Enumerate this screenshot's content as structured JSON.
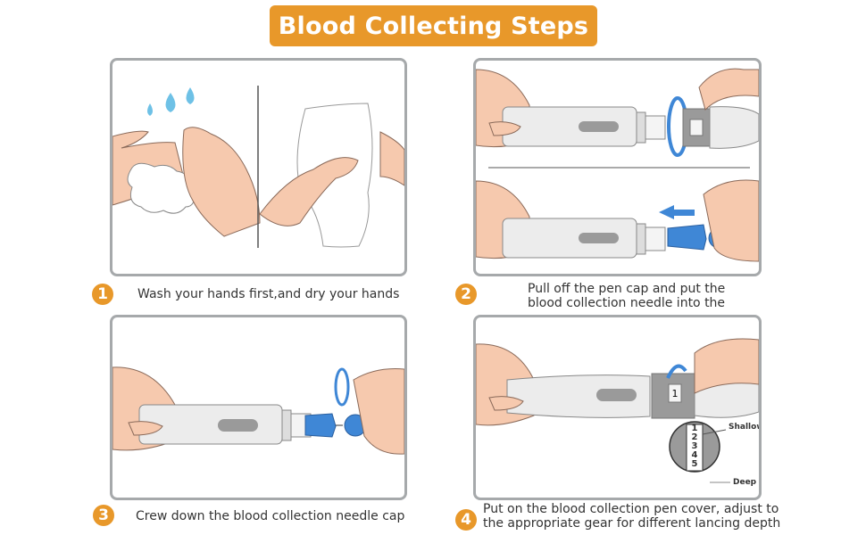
{
  "title": "Blood Collecting Steps",
  "colors": {
    "accent": "#e8982a",
    "panel_border": "#a6a9ab",
    "skin": "#f6c9ae",
    "device_blue": "#3f87d6",
    "water_blue": "#6ec1e6"
  },
  "steps": [
    {
      "number": "1",
      "caption": "Wash your hands first,and dry your hands",
      "icons": [
        "water-drops",
        "hands-washing",
        "towel-drying"
      ]
    },
    {
      "number": "2",
      "caption_lines": [
        "Pull off the pen cap and put the",
        "blood collection needle into the"
      ],
      "icons": [
        "rotate-arrow",
        "insert-arrow",
        "lancing-pen",
        "lancet-needle"
      ]
    },
    {
      "number": "3",
      "caption": "Crew down the blood collection needle cap",
      "icons": [
        "rotate-arrow",
        "lancing-pen",
        "lancet-needle"
      ]
    },
    {
      "number": "4",
      "caption_lines": [
        "Put on the blood collection pen cover, adjust to",
        "the appropriate gear for different lancing depth"
      ],
      "icons": [
        "rotate-arrow",
        "lancing-pen",
        "depth-dial"
      ],
      "dial": {
        "current": "1",
        "scale": [
          "1",
          "2",
          "3",
          "4",
          "5"
        ],
        "label_shallow": "Shallow",
        "label_deep": "Deep"
      }
    }
  ]
}
